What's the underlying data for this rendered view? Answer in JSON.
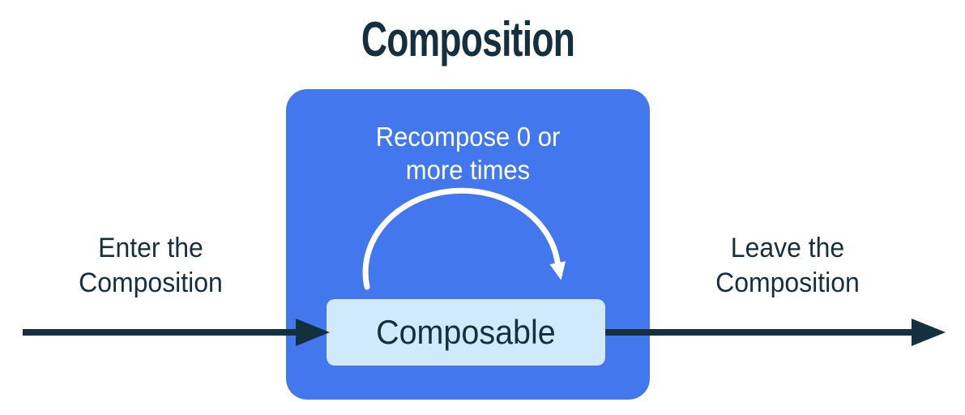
{
  "title": "Composition",
  "labels": {
    "enter": "Enter the\nComposition",
    "leave": "Leave the\nComposition",
    "recompose": "Recompose 0 or\nmore times",
    "composable": "Composable"
  },
  "icons": {
    "enter_arrow": "right-arrow",
    "leave_arrow": "right-arrow",
    "recompose_arrow": "curved-loop-arrow"
  },
  "colors": {
    "background": "#ffffff",
    "box_blue": "#4377ED",
    "box_light": "#D1E9FC",
    "ink_dark": "#14303E",
    "arrow_white": "#FFFFFF"
  }
}
